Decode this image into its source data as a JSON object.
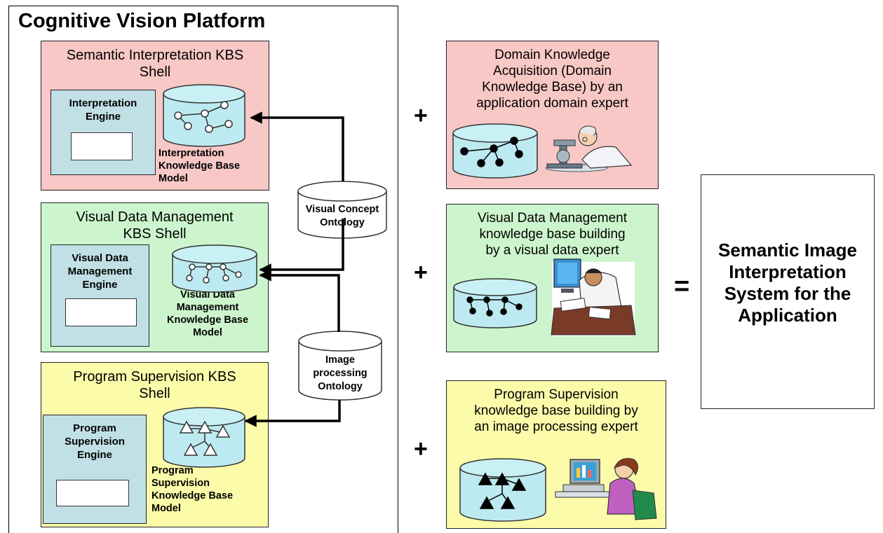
{
  "platform": {
    "title": "Cognitive Vision Platform"
  },
  "shells": [
    {
      "title": "Semantic Interpretation KBS\nShell",
      "engine": "Interpretation\nEngine",
      "kb_label": "Interpretation\nKnowledge Base\nModel"
    },
    {
      "title": "Visual Data Management\nKBS Shell",
      "engine": "Visual Data\nManagement\nEngine",
      "kb_label": "Visual Data\nManagement\nKnowledge Base\nModel"
    },
    {
      "title": "Program Supervision KBS\nShell",
      "engine": "Program\nSupervision\nEngine",
      "kb_label": "Program\nSupervision\nKnowledge Base\nModel"
    }
  ],
  "ontologies": [
    {
      "label": "Visual Concept\nOntology"
    },
    {
      "label": "Image\nprocessing\nOntology"
    }
  ],
  "operators": {
    "plus": "+",
    "equals": "="
  },
  "knowledge": [
    {
      "text": "Domain Knowledge\nAcquisition (Domain\nKnowledge Base) by an\napplication domain expert",
      "icon": "scientist-microscope-icon"
    },
    {
      "text": "Visual Data Management\nknowledge base building\nby a visual data expert",
      "icon": "stressed-worker-icon"
    },
    {
      "text": "Program Supervision\nknowledge base building by\nan image processing expert",
      "icon": "computer-user-icon"
    }
  ],
  "result": {
    "text": "Semantic Image\nInterpretation\nSystem for the\nApplication"
  },
  "colors": {
    "pink": "#f7c8c6",
    "green": "#cdf5cd",
    "yellow": "#fbfbaa",
    "engine_blue": "#c1e0e6",
    "cylinder_blue": "#bdeaf0"
  }
}
